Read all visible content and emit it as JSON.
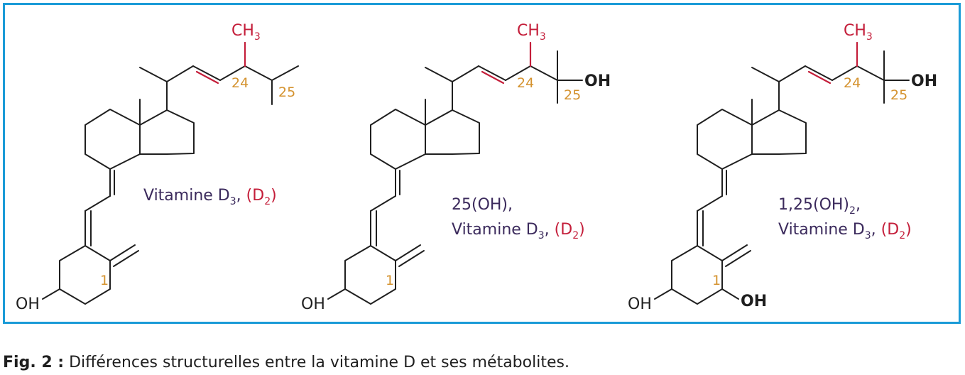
{
  "colors": {
    "border": "#1a9bd7",
    "bond": "#1f1f1f",
    "highlight": "#c41e3a",
    "number": "#d4922e",
    "name": "#3b2a5c"
  },
  "structures": [
    {
      "name_lines": [
        {
          "text": "Vitamine D",
          "sub": "3",
          "tail": ", ",
          "red": "(D",
          "red_sub": "2",
          "red_tail": ")"
        }
      ],
      "ch3": "CH",
      "ch3_sub": "3",
      "pos24": "24",
      "pos25": "25",
      "pos1": "1",
      "oh_ring": "OH"
    },
    {
      "name_lines": [
        {
          "text": "25(OH),"
        },
        {
          "text": "Vitamine D",
          "sub": "3",
          "tail": ", ",
          "red": "(D",
          "red_sub": "2",
          "red_tail": ")"
        }
      ],
      "ch3": "CH",
      "ch3_sub": "3",
      "pos24": "24",
      "pos25": "25",
      "pos1": "1",
      "oh_ring": "OH",
      "oh_25": "OH"
    },
    {
      "name_lines": [
        {
          "text": "1,25(OH)",
          "sub": "2",
          "tail": ","
        },
        {
          "text": "Vitamine D",
          "sub": "3",
          "tail": ", ",
          "red": "(D",
          "red_sub": "2",
          "red_tail": ")"
        }
      ],
      "ch3": "CH",
      "ch3_sub": "3",
      "pos24": "24",
      "pos25": "25",
      "pos1": "1",
      "oh_ring": "OH",
      "oh_25": "OH",
      "oh_1": "OH"
    }
  ],
  "caption": {
    "label": "Fig. 2 :",
    "text": "Différences structurelles entre la vitamine D et ses métabolites."
  }
}
